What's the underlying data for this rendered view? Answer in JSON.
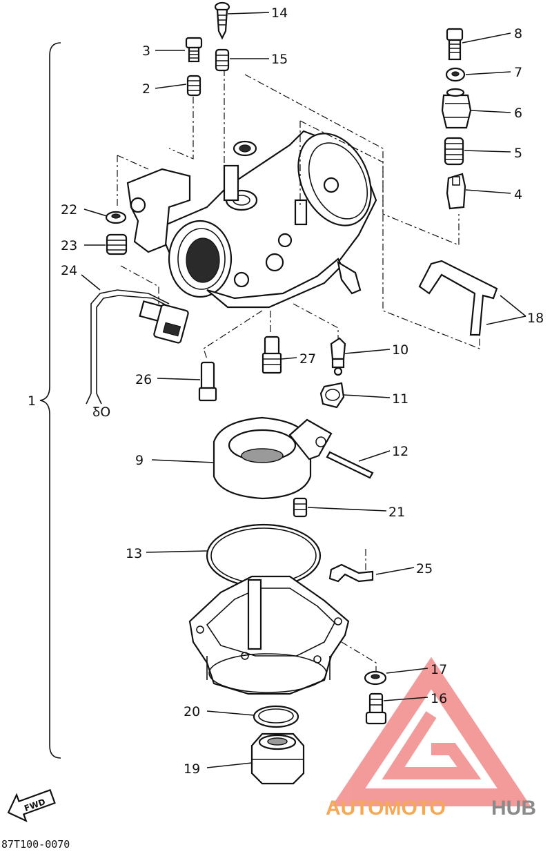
{
  "diagram": {
    "code": "87T100-0070",
    "fwd_label": "FWD",
    "assembly_label": "1",
    "callouts": [
      {
        "id": "3",
        "text": "3"
      },
      {
        "id": "2",
        "text": "2"
      },
      {
        "id": "14",
        "text": "14"
      },
      {
        "id": "15",
        "text": "15"
      },
      {
        "id": "8",
        "text": "8"
      },
      {
        "id": "7",
        "text": "7"
      },
      {
        "id": "6",
        "text": "6"
      },
      {
        "id": "5",
        "text": "5"
      },
      {
        "id": "4",
        "text": "4"
      },
      {
        "id": "22",
        "text": "22"
      },
      {
        "id": "23",
        "text": "23"
      },
      {
        "id": "24",
        "text": "24"
      },
      {
        "id": "18",
        "text": "18"
      },
      {
        "id": "10",
        "text": "10"
      },
      {
        "id": "27",
        "text": "27"
      },
      {
        "id": "26",
        "text": "26"
      },
      {
        "id": "11",
        "text": "11"
      },
      {
        "id": "9",
        "text": "9"
      },
      {
        "id": "12",
        "text": "12"
      },
      {
        "id": "21",
        "text": "21"
      },
      {
        "id": "13",
        "text": "13"
      },
      {
        "id": "25",
        "text": "25"
      },
      {
        "id": "17",
        "text": "17"
      },
      {
        "id": "16",
        "text": "16"
      },
      {
        "id": "20",
        "text": "20"
      },
      {
        "id": "19",
        "text": "19"
      }
    ],
    "wire_end_label": "ꝽO"
  },
  "watermark": {
    "part1": "AUTOMOTO",
    "part2": "HUB",
    "color1": "#f5a855",
    "color2": "#8a8a8a",
    "logo_color": "#f07a7a"
  }
}
